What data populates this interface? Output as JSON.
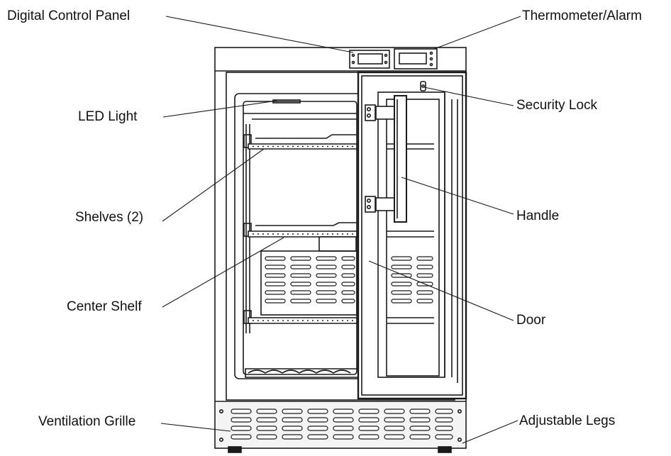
{
  "labels": {
    "digital_control_panel": "Digital Control Panel",
    "thermometer_alarm": "Thermometer/Alarm",
    "led_light": "LED Light",
    "security_lock": "Security Lock",
    "shelves": "Shelves (2)",
    "handle": "Handle",
    "center_shelf": "Center Shelf",
    "door": "Door",
    "ventilation_grille": "Ventilation Grille",
    "adjustable_legs": "Adjustable Legs"
  },
  "colors": {
    "line": "#1a1a1a",
    "fill": "#ffffff",
    "grille": "#f4f4f4"
  }
}
